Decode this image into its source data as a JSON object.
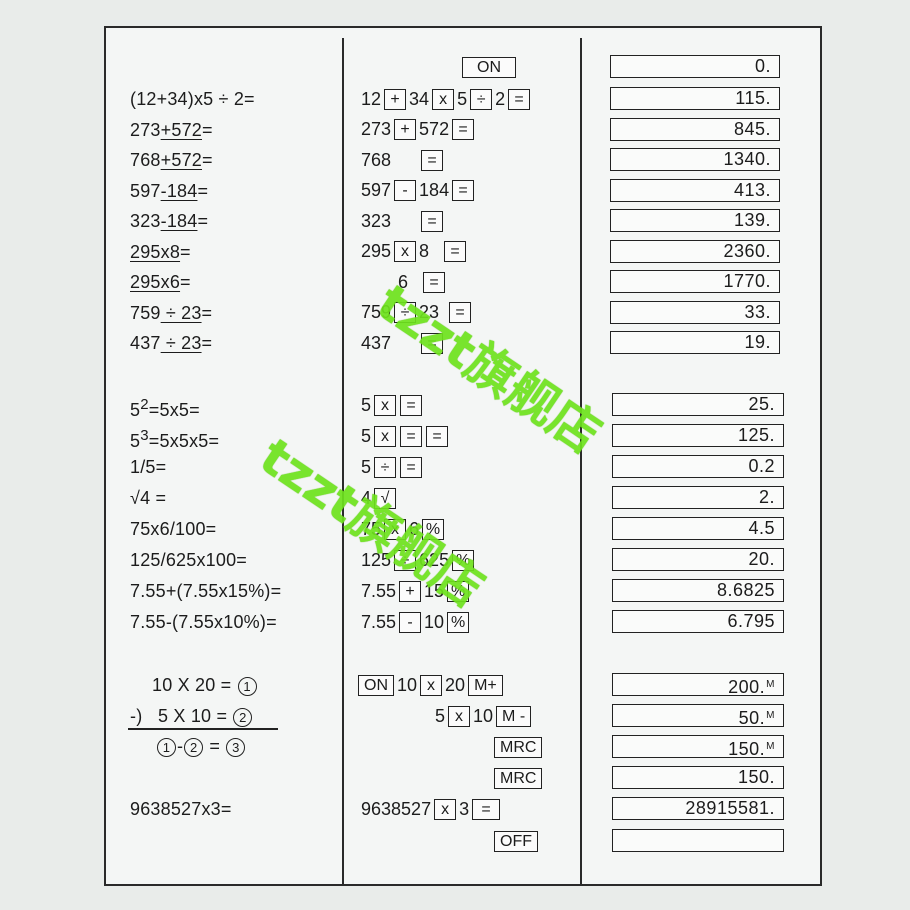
{
  "on_row": {
    "key": "ON",
    "display": "0."
  },
  "rows_a": [
    {
      "expr": "(12+34)x5 ÷ 2=",
      "keys": [
        [
          "n",
          "12"
        ],
        [
          "k",
          "+"
        ],
        [
          "n",
          "34"
        ],
        [
          "k",
          "x"
        ],
        [
          "n",
          "5"
        ],
        [
          "k",
          "÷"
        ],
        [
          "n",
          "2"
        ],
        [
          "k",
          "="
        ]
      ],
      "display": "115."
    },
    {
      "expr_parts": [
        [
          "273",
          false
        ],
        [
          "+572",
          true
        ],
        [
          "=",
          false
        ]
      ],
      "keys": [
        [
          "n",
          "273"
        ],
        [
          "k",
          "+"
        ],
        [
          "n",
          "572"
        ],
        [
          "k",
          "="
        ]
      ],
      "display": "845."
    },
    {
      "expr_parts": [
        [
          "768",
          false
        ],
        [
          "+572",
          true
        ],
        [
          "=",
          false
        ]
      ],
      "keys": [
        [
          "n",
          "768"
        ],
        [
          "s",
          "     "
        ],
        [
          "k",
          "="
        ]
      ],
      "display": "1340."
    },
    {
      "expr_parts": [
        [
          "597",
          false
        ],
        [
          "-184",
          true
        ],
        [
          "=",
          false
        ]
      ],
      "keys": [
        [
          "n",
          "597"
        ],
        [
          "k",
          "-"
        ],
        [
          "n",
          "184"
        ],
        [
          "k",
          "="
        ]
      ],
      "display": "413."
    },
    {
      "expr_parts": [
        [
          "323",
          false
        ],
        [
          "-184",
          true
        ],
        [
          "=",
          false
        ]
      ],
      "keys": [
        [
          "n",
          "323"
        ],
        [
          "s",
          "     "
        ],
        [
          "k",
          "="
        ]
      ],
      "display": "139."
    },
    {
      "expr_parts": [
        [
          "295x8",
          true
        ],
        [
          "=",
          false
        ]
      ],
      "keys": [
        [
          "n",
          "295"
        ],
        [
          "k",
          "x"
        ],
        [
          "n",
          "8"
        ],
        [
          "s",
          "  "
        ],
        [
          "k",
          "="
        ]
      ],
      "display": "2360."
    },
    {
      "expr_parts": [
        [
          "295x6",
          true
        ],
        [
          "=",
          false
        ]
      ],
      "keys": [
        [
          "s",
          "       "
        ],
        [
          "n",
          "6"
        ],
        [
          "s",
          "  "
        ],
        [
          "k",
          "="
        ]
      ],
      "display": "1770."
    },
    {
      "expr_parts": [
        [
          "759",
          false
        ],
        [
          " ÷ 23",
          true
        ],
        [
          "=",
          false
        ]
      ],
      "keys": [
        [
          "n",
          "759"
        ],
        [
          "k",
          "÷"
        ],
        [
          "n",
          "23"
        ],
        [
          "s",
          " "
        ],
        [
          "k",
          "="
        ]
      ],
      "display": "33."
    },
    {
      "expr_parts": [
        [
          "437",
          false
        ],
        [
          " ÷ 23",
          true
        ],
        [
          "=",
          false
        ]
      ],
      "keys": [
        [
          "n",
          "437"
        ],
        [
          "s",
          "     "
        ],
        [
          "k",
          "="
        ]
      ],
      "display": "19."
    }
  ],
  "rows_b": [
    {
      "expr_html": "5<sup>2</sup>=5x5=",
      "keys": [
        [
          "n",
          "5"
        ],
        [
          "k",
          "x"
        ],
        [
          "k",
          "="
        ]
      ],
      "display": "25."
    },
    {
      "expr_html": "5<sup>3</sup>=5x5x5=",
      "keys": [
        [
          "n",
          "5"
        ],
        [
          "k",
          "x"
        ],
        [
          "k",
          "="
        ],
        [
          "k",
          "="
        ]
      ],
      "display": "125."
    },
    {
      "expr": "1/5=",
      "keys": [
        [
          "n",
          "5"
        ],
        [
          "k",
          "÷"
        ],
        [
          "k",
          "="
        ]
      ],
      "display": "0.2"
    },
    {
      "expr": "√4 =",
      "keys": [
        [
          "n",
          "4"
        ],
        [
          "k",
          "√"
        ]
      ],
      "display": "2."
    },
    {
      "expr": "75x6/100=",
      "keys": [
        [
          "n",
          "75"
        ],
        [
          "k",
          "x"
        ],
        [
          "n",
          "6"
        ],
        [
          "k",
          "%"
        ]
      ],
      "display": "4.5"
    },
    {
      "expr": "125/625x100=",
      "keys": [
        [
          "n",
          "125"
        ],
        [
          "k",
          "÷"
        ],
        [
          "n",
          "625"
        ],
        [
          "k",
          "%"
        ]
      ],
      "display": "20."
    },
    {
      "expr": "7.55+(7.55x15%)=",
      "keys": [
        [
          "n",
          "7.55"
        ],
        [
          "k",
          "+"
        ],
        [
          "n",
          "15"
        ],
        [
          "k",
          "%"
        ]
      ],
      "display": "8.6825"
    },
    {
      "expr": "7.55-(7.55x10%)=",
      "keys": [
        [
          "n",
          "7.55"
        ],
        [
          "k",
          "-"
        ],
        [
          "n",
          "10"
        ],
        [
          "k",
          "%"
        ]
      ],
      "display": "6.795"
    }
  ],
  "memory": {
    "line1": {
      "a": "10",
      "op": "X",
      "b": "20",
      "eq": "=",
      "c": "1"
    },
    "line2": {
      "minus": "-)",
      "a": "5",
      "op": "X",
      "b": "10",
      "eq": "=",
      "c": "2"
    },
    "line3": {
      "c1": "1",
      "minus": "-",
      "c2": "2",
      "eq": "=",
      "c3": "3"
    },
    "rows": [
      {
        "keys": [
          [
            "w",
            "ON"
          ],
          [
            "n",
            "10"
          ],
          [
            "k",
            "x"
          ],
          [
            "n",
            "20"
          ],
          [
            "w",
            "M+"
          ]
        ],
        "display": "200.",
        "mark": "M"
      },
      {
        "keys": [
          [
            "n",
            "5"
          ],
          [
            "k",
            "x"
          ],
          [
            "n",
            "10"
          ],
          [
            "w",
            "M -"
          ]
        ],
        "display": "50.",
        "mark": "M"
      },
      {
        "keys": [
          [
            "w",
            "MRC"
          ]
        ],
        "display": "150.",
        "mark": "M"
      },
      {
        "keys": [
          [
            "w",
            "MRC"
          ]
        ],
        "display": "150.",
        "mark": ""
      }
    ]
  },
  "last": {
    "expr": "9638527x3=",
    "keys": [
      [
        "n",
        "9638527"
      ],
      [
        "k",
        "x"
      ],
      [
        "n",
        "3"
      ],
      [
        "w",
        " = "
      ]
    ],
    "display": "28915581."
  },
  "off": {
    "key": "OFF",
    "display": ""
  },
  "watermark": {
    "text1": "tzzt旗舰店",
    "text2": "tzzt旗舰店",
    "color": "#6ee31d"
  }
}
